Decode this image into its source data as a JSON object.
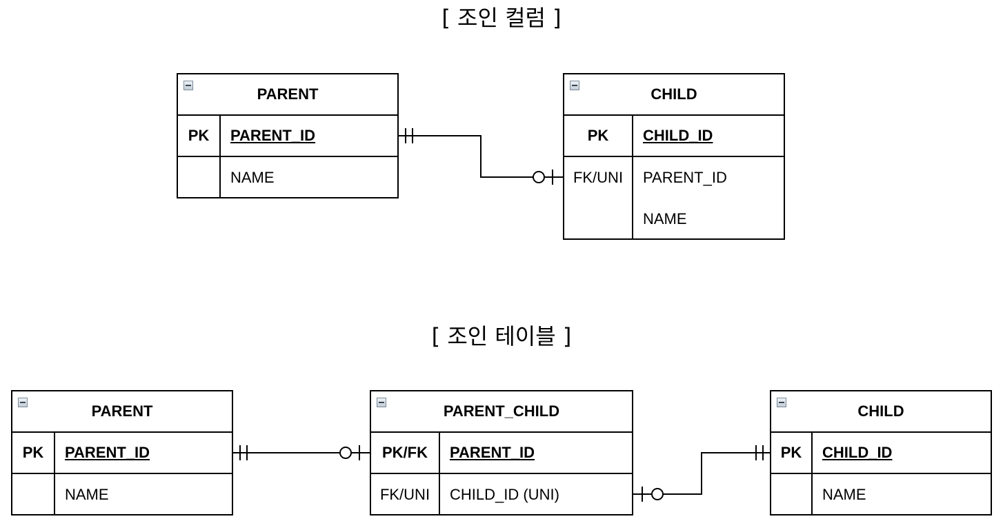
{
  "diagram1": {
    "title": "[ 조인 컬럼 ]",
    "parent": {
      "name": "PARENT",
      "rows": [
        {
          "key": "PK",
          "field": "PARENT_ID"
        },
        {
          "key": "",
          "field": "NAME"
        }
      ]
    },
    "child": {
      "name": "CHILD",
      "rows": [
        {
          "key": "PK",
          "field": "CHILD_ID"
        },
        {
          "key": "FK/UNI",
          "field": "PARENT_ID"
        },
        {
          "key": "",
          "field": "NAME"
        }
      ]
    }
  },
  "diagram2": {
    "title": "[ 조인 테이블 ]",
    "parent": {
      "name": "PARENT",
      "rows": [
        {
          "key": "PK",
          "field": "PARENT_ID"
        },
        {
          "key": "",
          "field": "NAME"
        }
      ]
    },
    "join": {
      "name": "PARENT_CHILD",
      "rows": [
        {
          "key": "PK/FK",
          "field": "PARENT_ID"
        },
        {
          "key": "FK/UNI",
          "field": "CHILD_ID (UNI)"
        }
      ]
    },
    "child": {
      "name": "CHILD",
      "rows": [
        {
          "key": "PK",
          "field": "CHILD_ID"
        },
        {
          "key": "",
          "field": "NAME"
        }
      ]
    }
  }
}
